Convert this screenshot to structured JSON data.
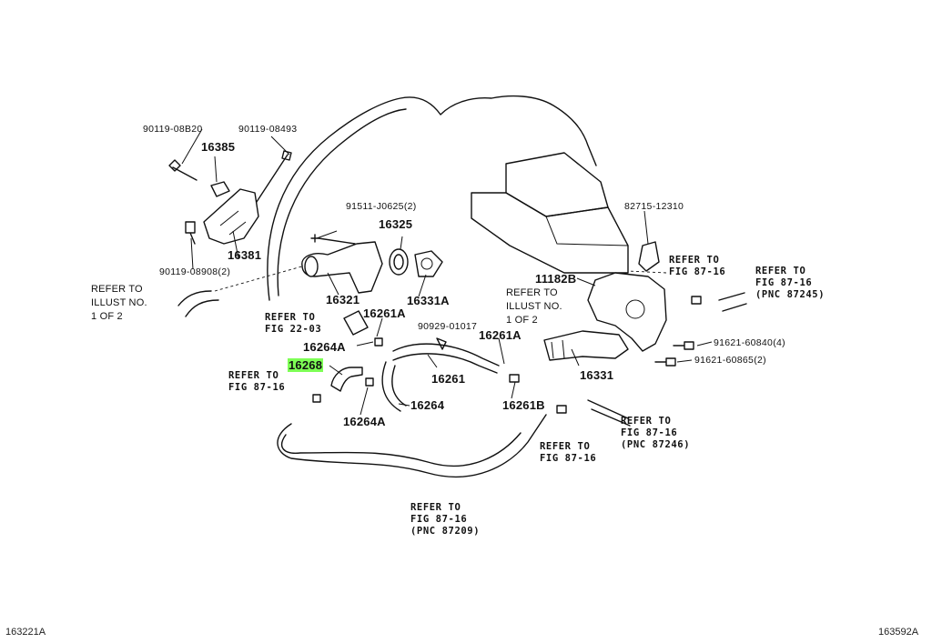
{
  "parts": {
    "p_90119_08B20": "90119-08B20",
    "p_90119_08493": "90119-08493",
    "p_16385": "16385",
    "p_16381": "16381",
    "p_90119_08908": "90119-08908(2)",
    "p_91511_J0625": "91511-J0625(2)",
    "p_16325": "16325",
    "p_16321": "16321",
    "p_16331A": "16331A",
    "p_82715_12310": "82715-12310",
    "p_11182B": "11182B",
    "p_16261A_top": "16261A",
    "p_90929_01017": "90929-01017",
    "p_16261A_mid": "16261A",
    "p_16264A_top": "16264A",
    "p_16268": "16268",
    "p_16261": "16261",
    "p_16264": "16264",
    "p_16264A_bot": "16264A",
    "p_16261B": "16261B",
    "p_16331": "16331",
    "p_91621_60840": "91621-60840(4)",
    "p_91621_60865": "91621-60865(2)"
  },
  "refs": {
    "illust_1": "REFER TO",
    "illust_2": "ILLUST NO.",
    "illust_3": "1 OF 2",
    "illust_b1": "REFER TO",
    "illust_b2": "ILLUST NO.",
    "illust_b3": "1 OF 2",
    "fig2203_1": "REFER TO",
    "fig2203_2": "FIG 22-03",
    "fig8716a_1": "REFER TO",
    "fig8716a_2": "FIG 87-16",
    "fig8716b_1": "REFER TO",
    "fig8716b_2": "FIG 87-16",
    "fig8716c_1": "REFER TO",
    "fig8716c_2": "FIG 87-16",
    "fig8716c_3": "(PNC 87245)",
    "fig8716d_1": "REFER TO",
    "fig8716d_2": "FIG 87-16",
    "fig8716e_1": "REFER TO",
    "fig8716e_2": "FIG 87-16",
    "fig8716e_3": "(PNC 87246)",
    "fig8716f_1": "REFER TO",
    "fig8716f_2": "FIG 87-16",
    "fig8716f_3": "(PNC 87209)"
  },
  "footer": {
    "left": "163221A",
    "right": "163592A"
  },
  "highlight_color": "#7dff55"
}
